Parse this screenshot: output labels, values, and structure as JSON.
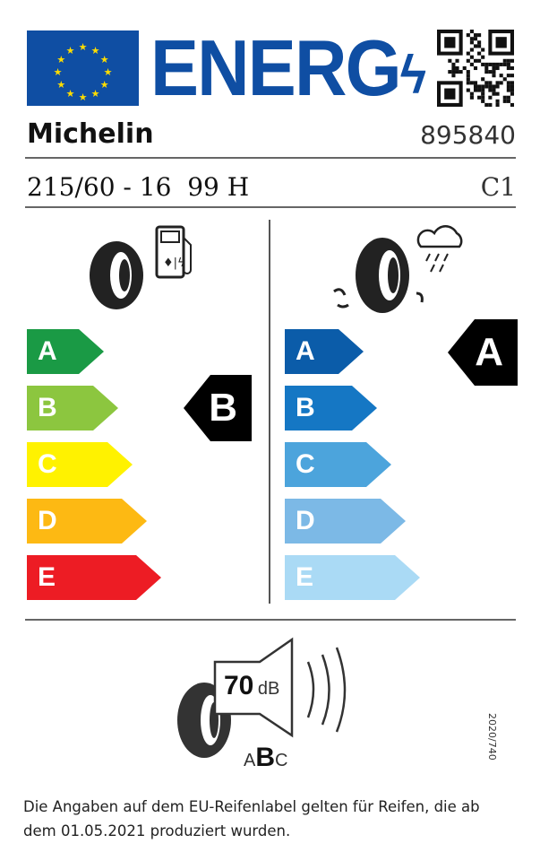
{
  "header": {
    "logo_text": "ENERG",
    "qr_code": "qr-code"
  },
  "brand": "Michelin",
  "article_number": "895840",
  "tyre_size": "215/60 - 16  99 H",
  "tyre_class": "C1",
  "fuel_efficiency": {
    "classes": [
      "A",
      "B",
      "C",
      "D",
      "E"
    ],
    "rating": "B",
    "colors": [
      "#1a9a45",
      "#8cc63f",
      "#fff200",
      "#fdb913",
      "#ed1c24"
    ]
  },
  "wet_grip": {
    "classes": [
      "A",
      "B",
      "C",
      "D",
      "E"
    ],
    "rating": "A",
    "colors": [
      "#0b5ca9",
      "#1577c4",
      "#4ca4dc",
      "#7cb9e6",
      "#aadaf5"
    ]
  },
  "noise": {
    "value": "70",
    "unit": "dB",
    "classes": [
      "A",
      "B",
      "C"
    ],
    "rating": "B"
  },
  "regulation": "2020/740",
  "footer": {
    "line1": "Die Angaben auf dem EU-Reifenlabel gelten für Reifen, die ab",
    "line2": "dem 01.05.2021 produziert wurden."
  }
}
